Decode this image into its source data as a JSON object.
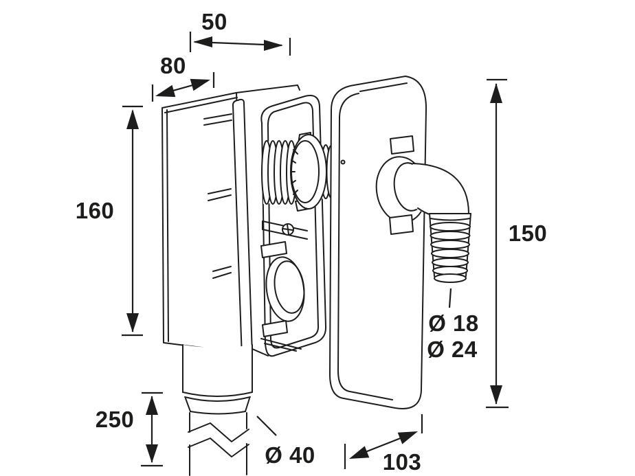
{
  "drawing": {
    "type": "technical-dimension-drawing",
    "subject": "concealed-washing-machine-siphon",
    "background_color": "#ffffff",
    "line_color": "#1d1d1b",
    "dimensions": {
      "box_depth_top": "50",
      "box_depth_diagonal": "80",
      "box_height": "160",
      "cover_height": "150",
      "pipe_extension": "250",
      "pipe_diameter": "Ø 40",
      "hose_inner_diameter": "Ø 18",
      "hose_outer_diameter": "Ø 24",
      "cover_width": "103"
    }
  }
}
